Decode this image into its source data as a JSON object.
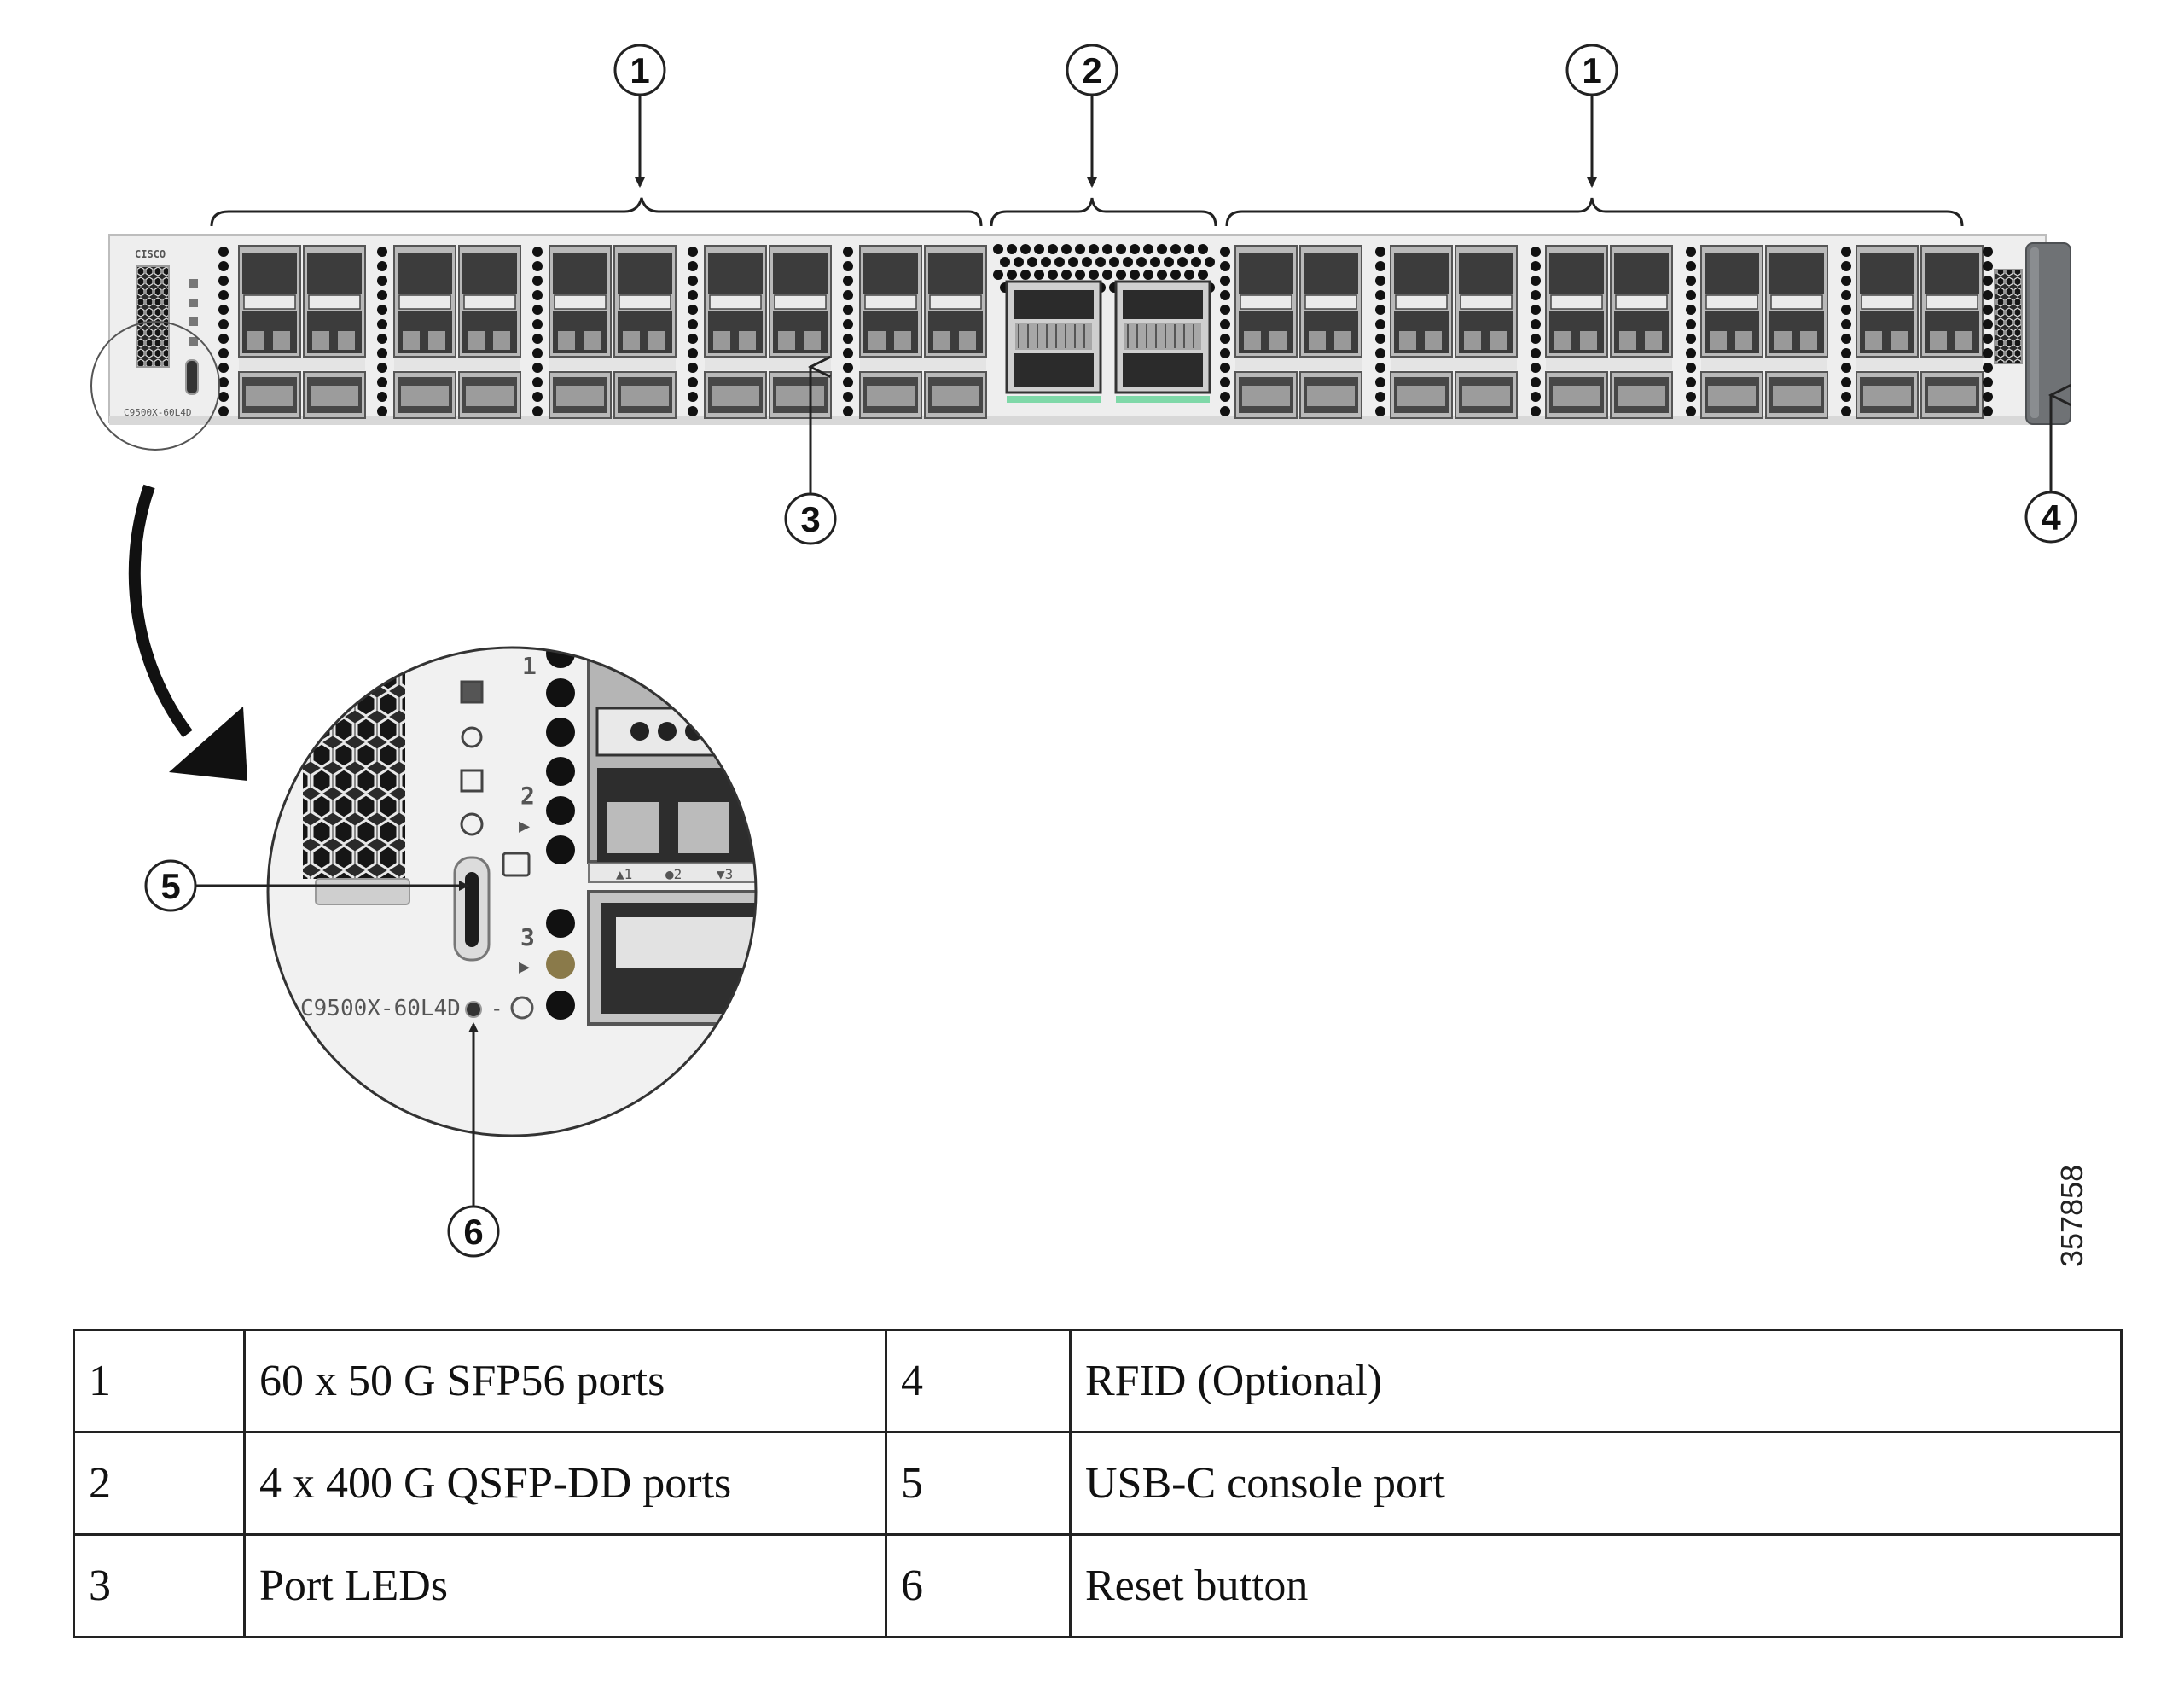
{
  "callouts": {
    "c1": "1",
    "c2": "2",
    "c3": "3",
    "c4": "4",
    "c5": "5",
    "c6": "6"
  },
  "device": {
    "vendor_mark": "CISCO",
    "model": "C9500X-60L4D",
    "zoom_model": "C9500X-60L4D",
    "zoom_row_labels": [
      "1",
      "2",
      "3"
    ],
    "zoom_led_labels": [
      "▲1",
      "●2",
      "▼3"
    ]
  },
  "figure_id": "357858",
  "legend": {
    "rows": [
      {
        "n1": "1",
        "d1": "60 x 50 G SFP56 ports",
        "n2": "4",
        "d2": "RFID (Optional)"
      },
      {
        "n1": "2",
        "d1": "4 x 400 G QSFP-DD ports",
        "n2": "5",
        "d2": "USB-C console port"
      },
      {
        "n1": "3",
        "d1": "Port LEDs",
        "n2": "6",
        "d2": "Reset button"
      }
    ]
  },
  "colors": {
    "chassis": "#eeeeee",
    "port_metal": "#b9b9b9",
    "port_dark": "#3c3c3c",
    "led_green": "#7fd8a8",
    "rfid": "#6f7275"
  }
}
